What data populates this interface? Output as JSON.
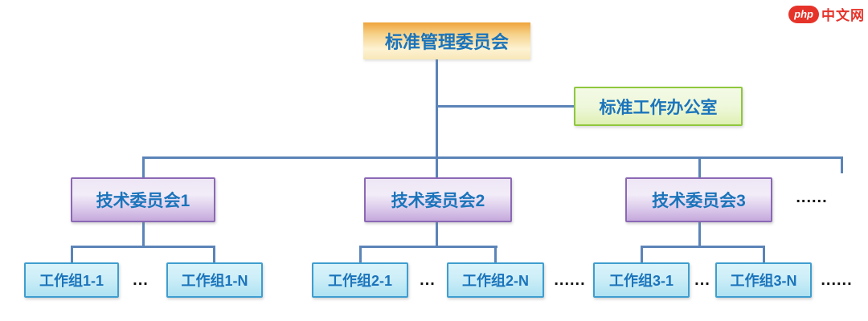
{
  "logo": {
    "badge": "php",
    "text": "中文网"
  },
  "chart": {
    "root": {
      "label": "标准管理委员会"
    },
    "office": {
      "label": "标准工作办公室"
    },
    "committees": [
      {
        "label": "技术委员会1"
      },
      {
        "label": "技术委员会2"
      },
      {
        "label": "技术委员会3"
      }
    ],
    "committees_more": "......",
    "groups": [
      {
        "first": "工作组1-1",
        "dots": "...",
        "last": "工作组1-N"
      },
      {
        "first": "工作组2-1",
        "dots": "...",
        "last": "工作组2-N",
        "more": "......"
      },
      {
        "first": "工作组3-1",
        "dots": "...",
        "last": "工作组3-N",
        "more": "......"
      }
    ]
  },
  "colors": {
    "connector": "#5b84b8",
    "node_text": "#1b74bb",
    "root_fill_top": "#efa43a",
    "root_fill_bottom": "#f8e7b8",
    "office_border": "#8fc73e",
    "committee_border": "#8b68b5",
    "workgroup_border": "#3e9ecf",
    "ellipsis": "#141414",
    "logo_red": "#e6332a"
  }
}
